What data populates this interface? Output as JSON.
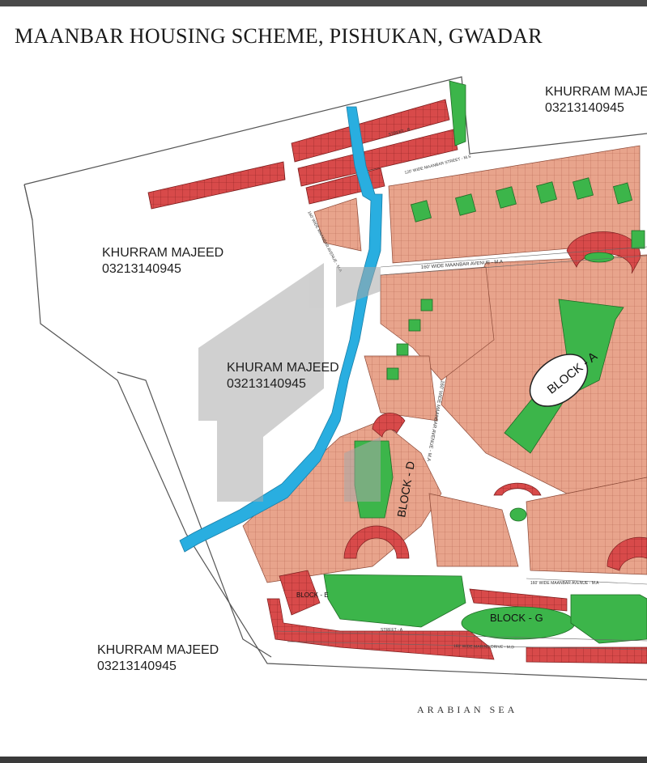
{
  "map": {
    "title": "MAANBAR HOUSING SCHEME, PISHUKAN, GWADAR",
    "contacts": [
      {
        "name": "KHURRAM MAJE",
        "phone": "03213140945"
      },
      {
        "name": "KHURRAM MAJEED",
        "phone": "03213140945"
      },
      {
        "name": "KHURAM MAJEED",
        "phone": "03213140945"
      },
      {
        "name": "KHURRAM MAJEED",
        "phone": "03213140945"
      }
    ],
    "sea_label": "ARABIAN SEA",
    "blocks": {
      "a": "BLOCK - A",
      "d": "BLOCK - D",
      "e": "BLOCK - E",
      "g": "BLOCK - G"
    },
    "roads": {
      "avenue_top": "160' WIDE MAANBAR AVENUE - M.A",
      "avenue_left": "160' WIDE MAANBAR AVENUE - M.A",
      "avenue_mid": "160' WIDE MAANBAR AVENUE - M.A",
      "avenue_bottom": "160' WIDE MAANBAR AVENUE - M.A",
      "marine_drive": "160' WIDE MARINE DRIVE - M.D",
      "street_top": "120' WIDE MAANBAR STREET - M.S",
      "street_a": "STREET - A",
      "street_b": "STREET - B"
    },
    "colors": {
      "residential": "#e8a48c",
      "commercial": "#d84a4a",
      "park": "#3cb54a",
      "nala": "#29aee0",
      "watermark": "#b8b8b8",
      "boundary": "#555555"
    }
  }
}
